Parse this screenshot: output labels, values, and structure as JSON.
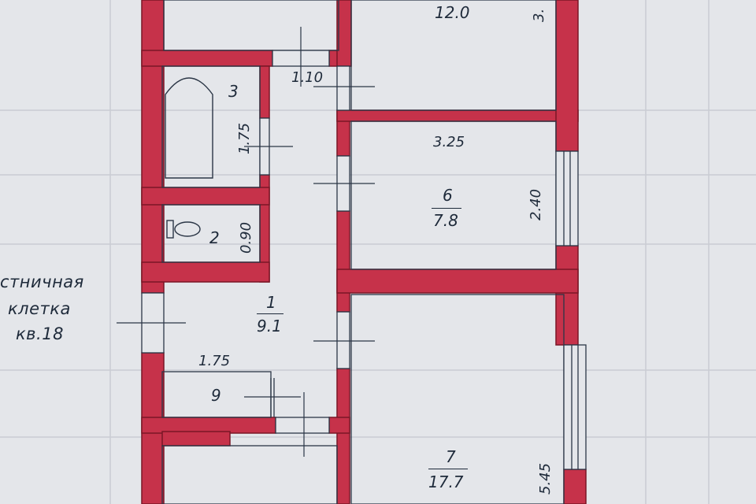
{
  "rooms": [
    {
      "number": "",
      "area": "12.0"
    },
    {
      "number": "3",
      "area": ""
    },
    {
      "number": "2",
      "area": ""
    },
    {
      "number": "1",
      "area": "9.1"
    },
    {
      "number": "9",
      "area": ""
    },
    {
      "number": "6",
      "area": "7.8"
    },
    {
      "number": "7",
      "area": "17.7"
    }
  ],
  "dimensions": {
    "top_right": "3.",
    "door_corridor": "1.10",
    "bath": "1.75",
    "toilet": "0.90",
    "room6_width": "3.25",
    "room6_height": "2.40",
    "closet_width": "1.75",
    "room7_height": "5.45"
  },
  "stairwell": {
    "line1": "стничная",
    "line2": "клетка",
    "line3": "кв.18"
  },
  "colors": {
    "wall": "#c6324a",
    "wall_edge": "#7a1626",
    "paper": "#e4e6ea",
    "ink": "#1e2a3a",
    "grid": "#c9ccd3"
  }
}
